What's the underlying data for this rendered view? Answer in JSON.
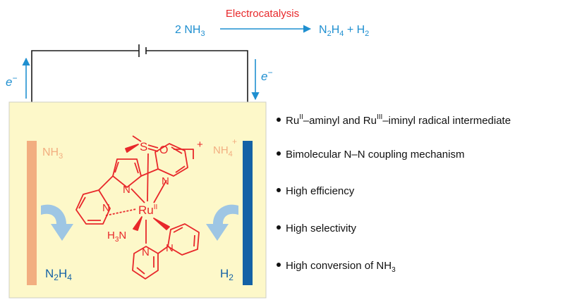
{
  "reaction": {
    "condition": "Electrocatalysis",
    "reactant_coef": "2 NH",
    "reactant_sub": "3",
    "p1_n": "N",
    "p1_sub1": "2",
    "p1_h": "H",
    "p1_sub2": "4",
    "plus": " + H",
    "p2_sub": "2"
  },
  "electrons": {
    "left_e": "e",
    "left_sup": "−",
    "right_e": "e",
    "right_sup": "−"
  },
  "cell": {
    "left_top_main": "NH",
    "left_top_sub": "3",
    "left_bottom_n": "N",
    "left_bottom_sub1": "2",
    "left_bottom_h": "H",
    "left_bottom_sub2": "4",
    "right_top_main": "NH",
    "right_top_sub": "4",
    "right_top_sup": "+",
    "right_bottom_main": "H",
    "right_bottom_sub": "2"
  },
  "molecule": {
    "charge": "+",
    "s_label": "S",
    "o_label": "O",
    "ru_label": "Ru",
    "ru_sup": "II",
    "n_label": "N",
    "nh3_h": "H",
    "nh3_sub": "3",
    "nh3_n": "N"
  },
  "features": {
    "f1_a": "Ru",
    "f1_a_sup": "II",
    "f1_b": "–aminyl and Ru",
    "f1_b_sup": "III",
    "f1_c": "–iminyl radical intermediate",
    "f2": "Bimolecular N–N coupling mechanism",
    "f3": "High efficiency",
    "f4": "High selectivity",
    "f5_main": "High conversion of NH",
    "f5_sub": "3"
  },
  "colors": {
    "blue": "#1f8fd0",
    "red": "#e8282b",
    "cell_fill": "#fdf8c9",
    "anode": "#f2ae80",
    "cathode": "#1462a6",
    "curl": "#9ec6e4"
  }
}
